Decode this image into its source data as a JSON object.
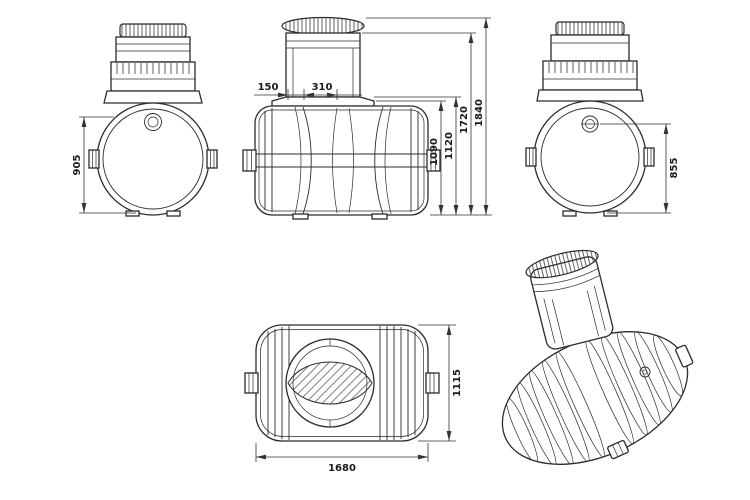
{
  "drawing": {
    "colors": {
      "background": "#ffffff",
      "line": "#2b2b2b",
      "dimension_line": "#333333",
      "dimension_text": "#1a1a1a"
    },
    "dims": {
      "left_view_height": "905",
      "neck_offset": "150",
      "neck_width": "310",
      "body_height": "1090",
      "shoulder_height": "1120",
      "neck_top_height": "1720",
      "overall_height": "1840",
      "right_view_height": "855",
      "overall_width": "1115",
      "overall_length": "1680"
    }
  }
}
